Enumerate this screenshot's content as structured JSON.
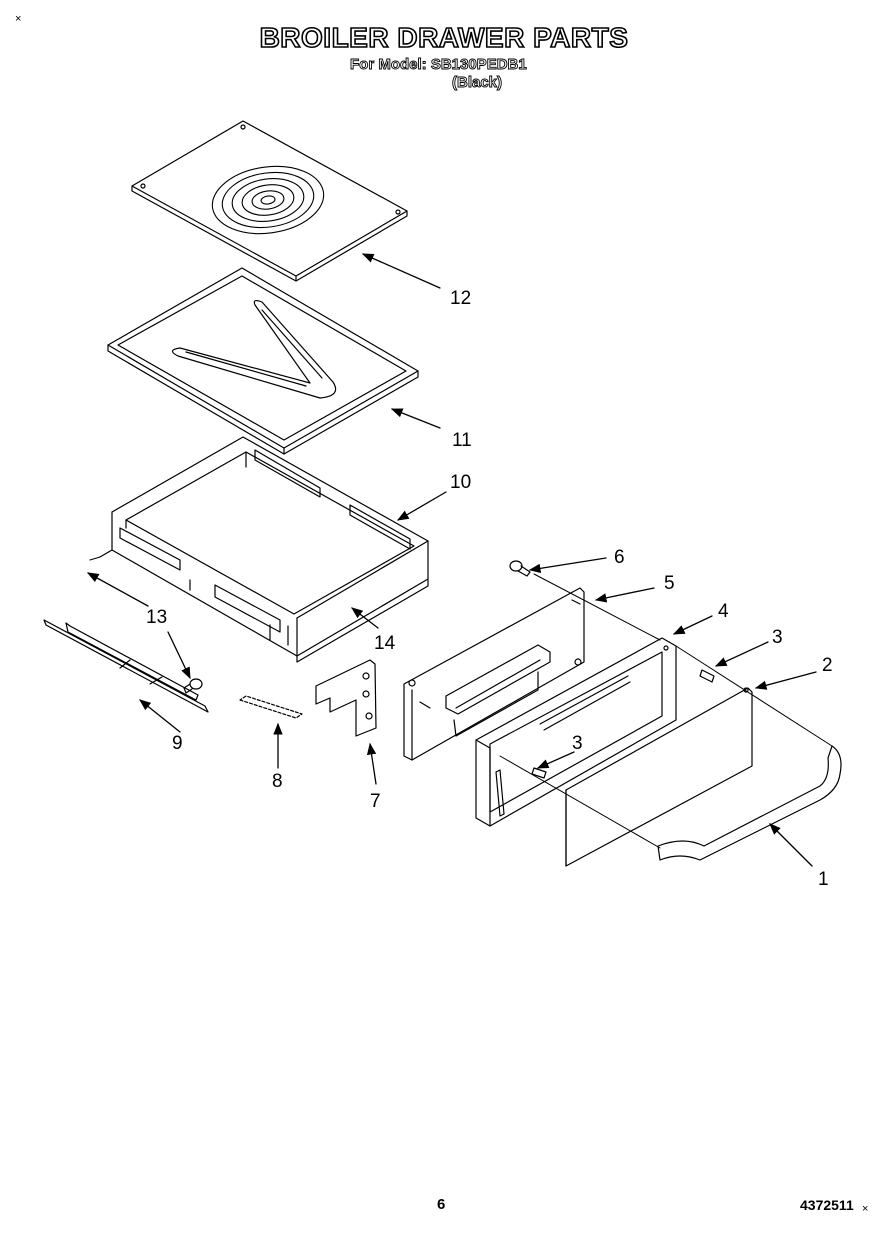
{
  "header": {
    "title": "BROILER DRAWER PARTS",
    "model_line": "For Model: SB130PEDB1",
    "color_line": "(Black)"
  },
  "callouts": [
    {
      "id": "12",
      "label": "12"
    },
    {
      "id": "11",
      "label": "11"
    },
    {
      "id": "10",
      "label": "10"
    },
    {
      "id": "13",
      "label": "13"
    },
    {
      "id": "14",
      "label": "14"
    },
    {
      "id": "9",
      "label": "9"
    },
    {
      "id": "8",
      "label": "8"
    },
    {
      "id": "7",
      "label": "7"
    },
    {
      "id": "6",
      "label": "6"
    },
    {
      "id": "5",
      "label": "5"
    },
    {
      "id": "4",
      "label": "4"
    },
    {
      "id": "3a",
      "label": "3"
    },
    {
      "id": "3b",
      "label": "3"
    },
    {
      "id": "2",
      "label": "2"
    },
    {
      "id": "1",
      "label": "1"
    }
  ],
  "footer": {
    "page_number": "6",
    "document_number": "4372511"
  },
  "marks": {
    "corner_mark": "×"
  }
}
